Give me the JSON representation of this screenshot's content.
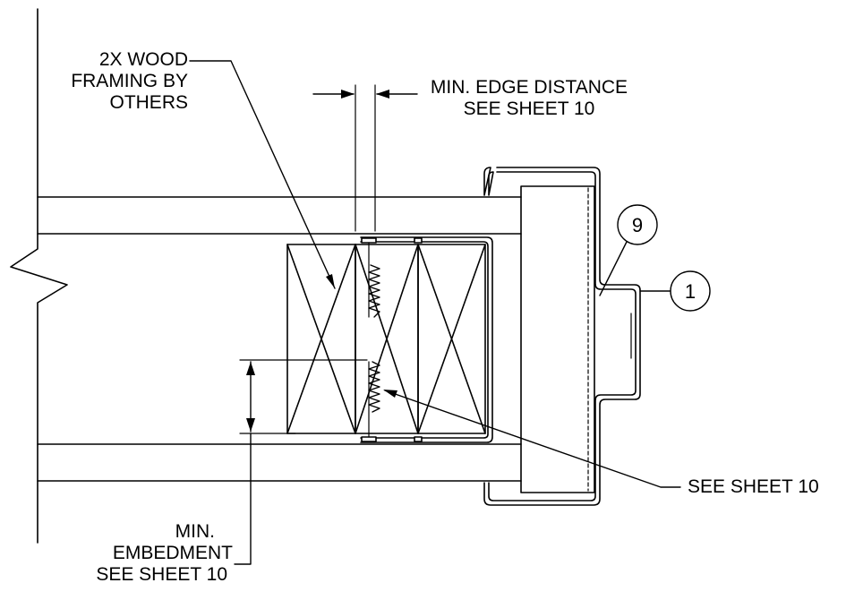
{
  "labels": {
    "wood_framing": [
      "2X WOOD",
      "FRAMING BY",
      "OTHERS"
    ],
    "edge_distance": [
      "MIN. EDGE DISTANCE",
      "SEE SHEET 10"
    ],
    "see_sheet": "SEE SHEET 10",
    "embedment": [
      "MIN.",
      "EMBEDMENT",
      "SEE SHEET 10"
    ]
  },
  "callouts": {
    "nine": "9",
    "one": "1"
  }
}
